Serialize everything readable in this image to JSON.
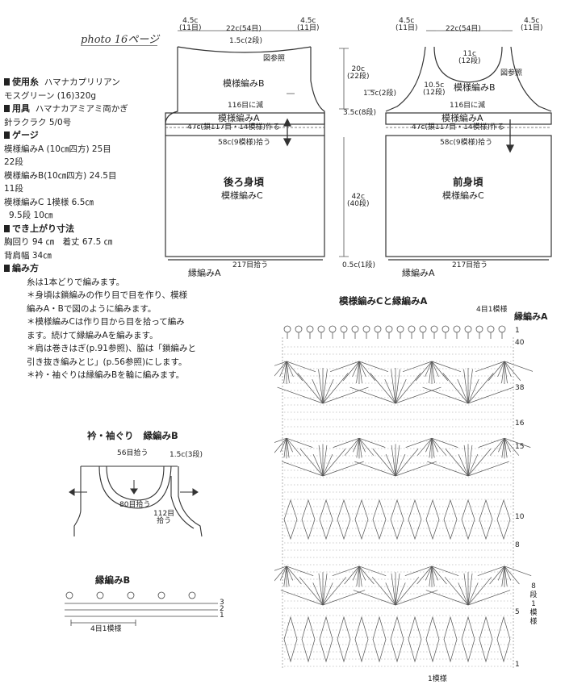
{
  "header": {
    "photo_ref": "photo 16ページ"
  },
  "info": {
    "yarn_title": "使用糸",
    "yarn_brand": "ハマナカプリリアン",
    "yarn_detail": "モスグリーン (16)320g",
    "tool_title": "用具",
    "tool_detail_1": "ハマナカアミアミ両かぎ",
    "tool_detail_2": "針ラクラク 5/0号",
    "gauge_title": "ゲージ",
    "gauge_lines": [
      "模様編みA (10㎝四方) 25目",
      "22段",
      "模様編みB(10㎝四方) 24.5目",
      "11段",
      "模様編みC 1模様 6.5㎝",
      "9.5段 10㎝"
    ],
    "size_title": "でき上がり寸法",
    "size_lines": [
      "胸回り 94 ㎝　着丈 67.5 ㎝",
      "背肩幅 34㎝"
    ],
    "method_title": "編み方",
    "method_lines": [
      "糸は1本どりで編みます。",
      "＊身頃は鎖編みの作り目で目を作り、模様",
      "編みA・Bで図のように編みます。",
      "＊模様編みCは作り目から目を拾って編み",
      "ます。続けて縁編みAを編みます。",
      "＊肩は巻きはぎ(p.91参照)、脇は「鎖編みと",
      "引き抜き編みとじ」(p.56参照)にします。",
      "＊衿・袖ぐりは縁編みBを輪に編みます。"
    ]
  },
  "back": {
    "title": "後ろ身頃",
    "pattern_c": "模様編みC",
    "pattern_b": "模様編みB",
    "pattern_a": "模様編みA",
    "edge_a": "縁編みA",
    "shoulder_left_1": "4.5c",
    "shoulder_left_2": "(11目)",
    "width_top": "22c(54目)",
    "shoulder_right_1": "4.5c",
    "shoulder_right_2": "(11目)",
    "neck_depth": "1.5c(2段)",
    "see_fig": "図参照",
    "decrease": "116目に減",
    "foundation": "47c(鎖117目・14模様)作る",
    "pickup": "58c(9模様)拾う",
    "bottom_pickup": "217目拾う"
  },
  "middle": {
    "armhole_1": "20c",
    "armhole_2": "(22段)",
    "mid_rows": "1.5c(2段)",
    "band": "3.5c(8段)",
    "body_1": "42c",
    "body_2": "(40段)",
    "edge": "0.5c(1段)"
  },
  "front": {
    "title": "前身頃",
    "pattern_c": "模様編みC",
    "pattern_b": "模様編みB",
    "pattern_a": "模様編みA",
    "edge_a": "縁編みA",
    "shoulder_left_1": "4.5c",
    "shoulder_left_2": "(11目)",
    "width_top": "22c(54目)",
    "shoulder_right_1": "4.5c",
    "shoulder_right_2": "(11目)",
    "neck_w": "11c",
    "neck_w_2": "(12段)",
    "neck_d": "10.5c",
    "neck_d_2": "(12段)",
    "see_fig": "図参照",
    "decrease": "116目に減",
    "foundation": "47c(鎖117目・14模様)作る",
    "pickup": "58c(9模様)拾う",
    "bottom_pickup": "217目拾う"
  },
  "collar": {
    "title": "衿・袖ぐり",
    "edge": "縁編みB",
    "neck_pick": "56目拾う",
    "rows": "1.5c(3段)",
    "back_pick": "80目拾う",
    "arm_pick_1": "112目",
    "arm_pick_2": "拾う"
  },
  "edge_b": {
    "title": "縁編みB",
    "repeat": "4目1模様",
    "rows": [
      "3",
      "2",
      "1"
    ]
  },
  "chart": {
    "title": "模様編みCと縁編みA",
    "repeat_top": "4目1模様",
    "edge_label": "縁編みA",
    "repeat_bottom": "1模様",
    "side_repeat": "8段1模様",
    "row_labels": [
      "1",
      "40",
      "38",
      "16",
      "15",
      "10",
      "8",
      "5",
      "1"
    ]
  }
}
